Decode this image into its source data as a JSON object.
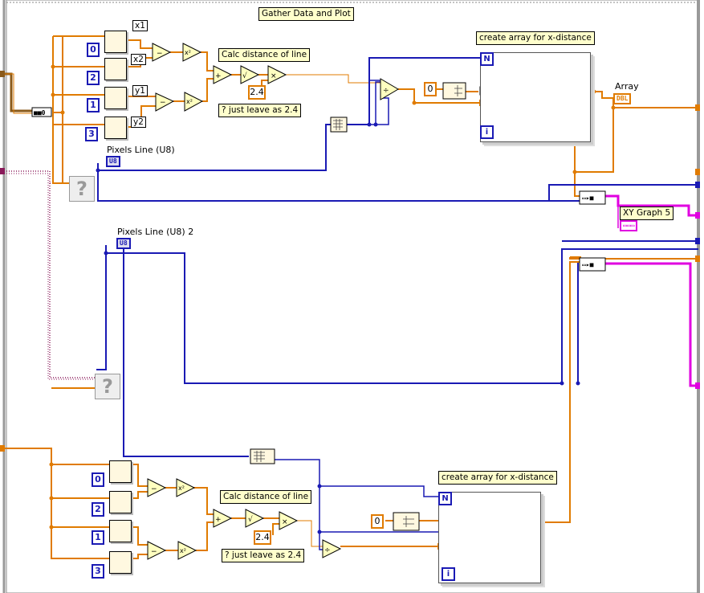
{
  "diagram": {
    "title": "Gather Data and Plot",
    "upper": {
      "calc_label": "Calc distance of line",
      "note": "? just leave as 2.4",
      "loop_label": "create array for x-distance",
      "constant_value": "2.4",
      "zero_constant": "0",
      "indices": [
        "0",
        "2",
        "1",
        "3"
      ],
      "index_labels": [
        "x1",
        "x2",
        "y1",
        "y2"
      ],
      "pixels_label": "Pixels Line (U8)",
      "pixels_term": "U8",
      "array_label": "Array",
      "array_term": "DBL",
      "graph_label": "XY Graph 5",
      "loop_n": "N",
      "loop_i": "i"
    },
    "lower": {
      "calc_label": "Calc distance of line",
      "note": "? just leave as 2.4",
      "loop_label": "create array for x-distance",
      "constant_value": "2.4",
      "zero_constant": "0",
      "indices": [
        "0",
        "2",
        "1",
        "3"
      ],
      "pixels_label": "Pixels Line (U8) 2",
      "pixels_term": "U8",
      "loop_n": "N",
      "loop_i": "i"
    },
    "unknown_glyph": "?",
    "colors": {
      "orange_wire": "#e07b00",
      "blue_wire": "#1a1ab4",
      "pink_wire": "#e000e0",
      "purple_wire": "#8a1a5a"
    }
  }
}
